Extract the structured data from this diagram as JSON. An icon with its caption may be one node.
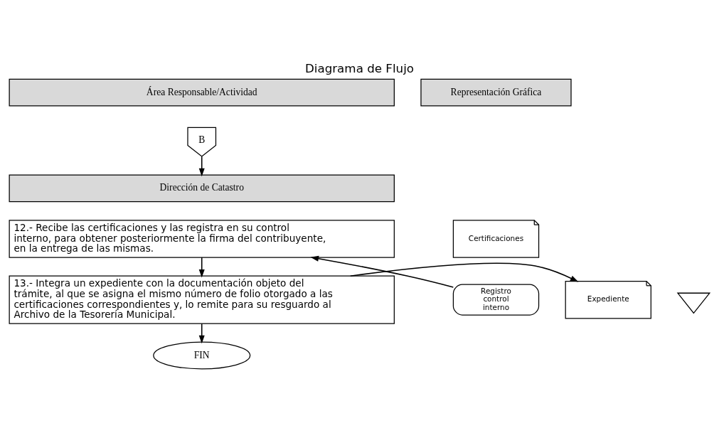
{
  "diagram": {
    "title": "Diagrama de Flujo",
    "nodes": [
      {
        "text": [
          "Área Responsable/Actividad"
        ]
      },
      {
        "text": [
          "Representación Gráfica"
        ]
      },
      {
        "text": [
          "B"
        ]
      },
      {
        "text": [
          "Dirección de Catastro"
        ]
      },
      {
        "text": [
          "12.- Recibe las certificaciones y las registra en su control interno, para obtener posteriormente la firma del contribuyente, en la entrega de las mismas."
        ]
      },
      {
        "text": [
          "Certificaciones"
        ]
      },
      {
        "text": [
          "Registro control interno"
        ]
      },
      {
        "text": [
          "13.- Integra un expediente con la documentación objeto del trámite, al que se asigna el mismo número de folio otorgado a las certificaciones correspondientes y, lo remite para su resguardo al Archivo de la Tesorería Municipal."
        ]
      },
      {
        "text": [
          "Expediente"
        ]
      },
      {
        "text": [],
        "shape": "triangle"
      },
      {
        "text": [
          "FIN"
        ]
      }
    ],
    "edges": [
      {
        "from": 2,
        "to": 3,
        "arrow": "to"
      },
      {
        "from": 6,
        "to": 4,
        "arrow": "to"
      },
      {
        "from": 4,
        "to": 7,
        "arrow": "to"
      },
      {
        "from": 7,
        "to": 8,
        "arrow": "to"
      },
      {
        "from": 7,
        "to": 10,
        "arrow": "to"
      }
    ]
  }
}
